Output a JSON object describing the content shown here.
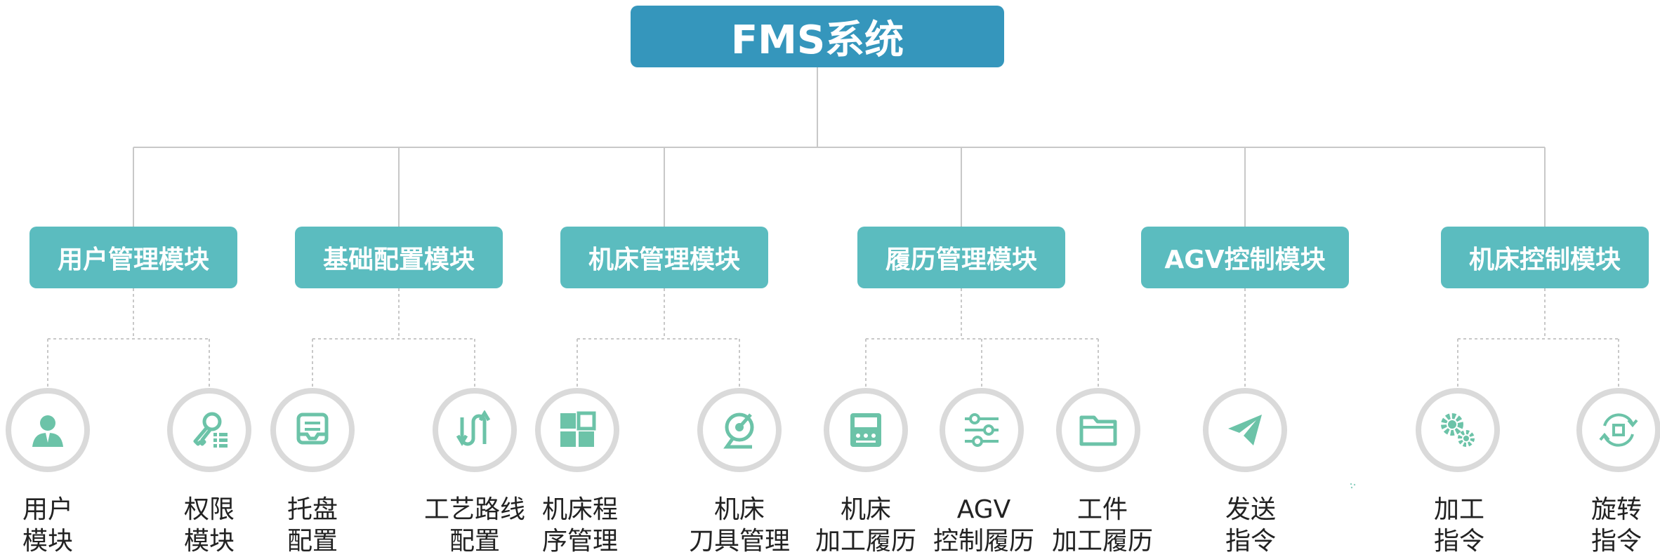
{
  "root": {
    "title": "FMS系统"
  },
  "modules": [
    {
      "label": "用户管理模块"
    },
    {
      "label": "基础配置模块"
    },
    {
      "label": "机床管理模块"
    },
    {
      "label": "履历管理模块"
    },
    {
      "label": "AGV控制模块"
    },
    {
      "label": "机床控制模块"
    }
  ],
  "leaves": [
    {
      "line1": "用户",
      "line2": "模块",
      "icon": "user-icon"
    },
    {
      "line1": "权限",
      "line2": "模块",
      "icon": "key-permission-icon"
    },
    {
      "line1": "托盘",
      "line2": "配置",
      "icon": "tray-icon"
    },
    {
      "line1": "工艺路线",
      "line2": "配置",
      "icon": "route-arrows-icon"
    },
    {
      "line1": "机床程",
      "line2": "序管理",
      "icon": "grid-blocks-icon"
    },
    {
      "line1": "机床",
      "line2": "刀具管理",
      "icon": "tool-disk-icon"
    },
    {
      "line1": "机床",
      "line2": "加工履历",
      "icon": "machine-panel-icon"
    },
    {
      "line1": "AGV",
      "line2": "控制履历",
      "icon": "sliders-icon"
    },
    {
      "line1": "工件",
      "line2": "加工履历",
      "icon": "folder-icon"
    },
    {
      "line1": "发送",
      "line2": "指令",
      "icon": "paper-plane-icon"
    },
    {
      "line1": "加工",
      "line2": "指令",
      "icon": "gears-icon"
    },
    {
      "line1": "旋转",
      "line2": "指令",
      "icon": "rotate-icon"
    }
  ],
  "colors": {
    "root": "#3596bc",
    "module": "#5bbcbf",
    "icon": "#6cc3a8",
    "ring": "#dadada",
    "line": "#c8c8c8"
  }
}
